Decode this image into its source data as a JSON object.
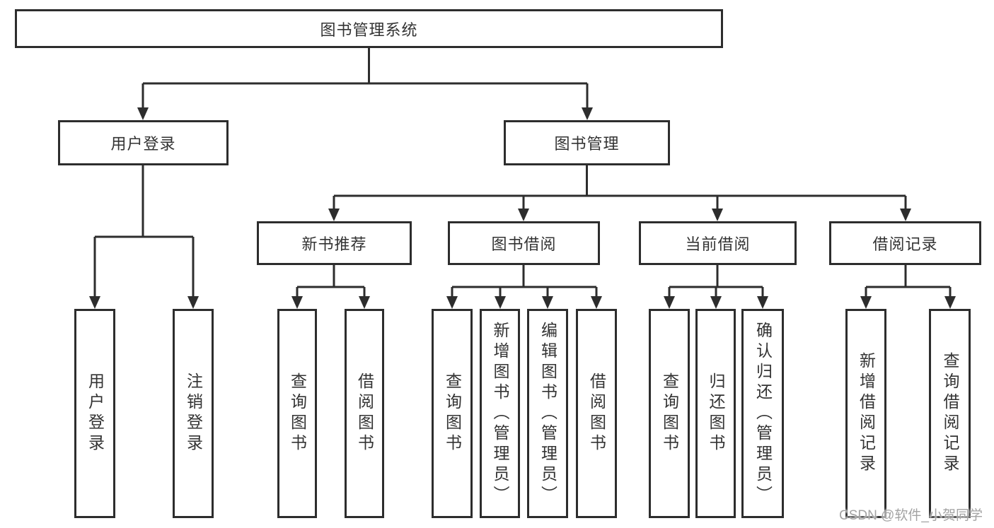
{
  "diagram": {
    "title": "图书管理系统",
    "branches": [
      {
        "label": "用户登录",
        "children": [
          {
            "label": "用户登录"
          },
          {
            "label": "注销登录"
          }
        ]
      },
      {
        "label": "图书管理",
        "children": [
          {
            "label": "新书推荐",
            "children": [
              {
                "label": "查询图书"
              },
              {
                "label": "借阅图书"
              }
            ]
          },
          {
            "label": "图书借阅",
            "children": [
              {
                "label": "查询图书"
              },
              {
                "label": "新增图书（管理员）"
              },
              {
                "label": "编辑图书（管理员）"
              },
              {
                "label": "借阅图书"
              }
            ]
          },
          {
            "label": "当前借阅",
            "children": [
              {
                "label": "查询图书"
              },
              {
                "label": "归还图书"
              },
              {
                "label": "确认归还（管理员）"
              }
            ]
          },
          {
            "label": "借阅记录",
            "children": [
              {
                "label": "新增借阅记录"
              },
              {
                "label": "查询借阅记录"
              }
            ]
          }
        ]
      }
    ]
  },
  "watermark": {
    "text": "CSDN @软件_小贺同学"
  },
  "colors": {
    "line": "#2d2d2d",
    "text": "#333333",
    "watermark": "#a3a3a3",
    "background": "#ffffff"
  }
}
